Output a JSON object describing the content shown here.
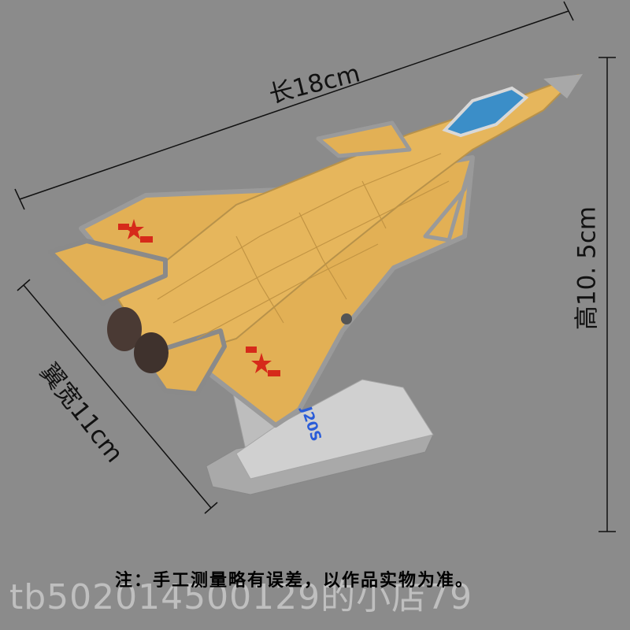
{
  "dimensions": {
    "length": "长18cm",
    "height": "高10. 5cm",
    "wingspan": "翼宽11cm"
  },
  "model": {
    "code": "J20S"
  },
  "note": "注：手工测量略有误差，以作品实物为准。",
  "watermark": "tb502014500129的小店79",
  "colors": {
    "background": "#8b8b8b",
    "airframe": "#e2b055",
    "edge": "#9a9a9a",
    "stand": "#c8c8c8",
    "insignia_red": "#d62a1a",
    "model_text": "#2a5cd8"
  }
}
